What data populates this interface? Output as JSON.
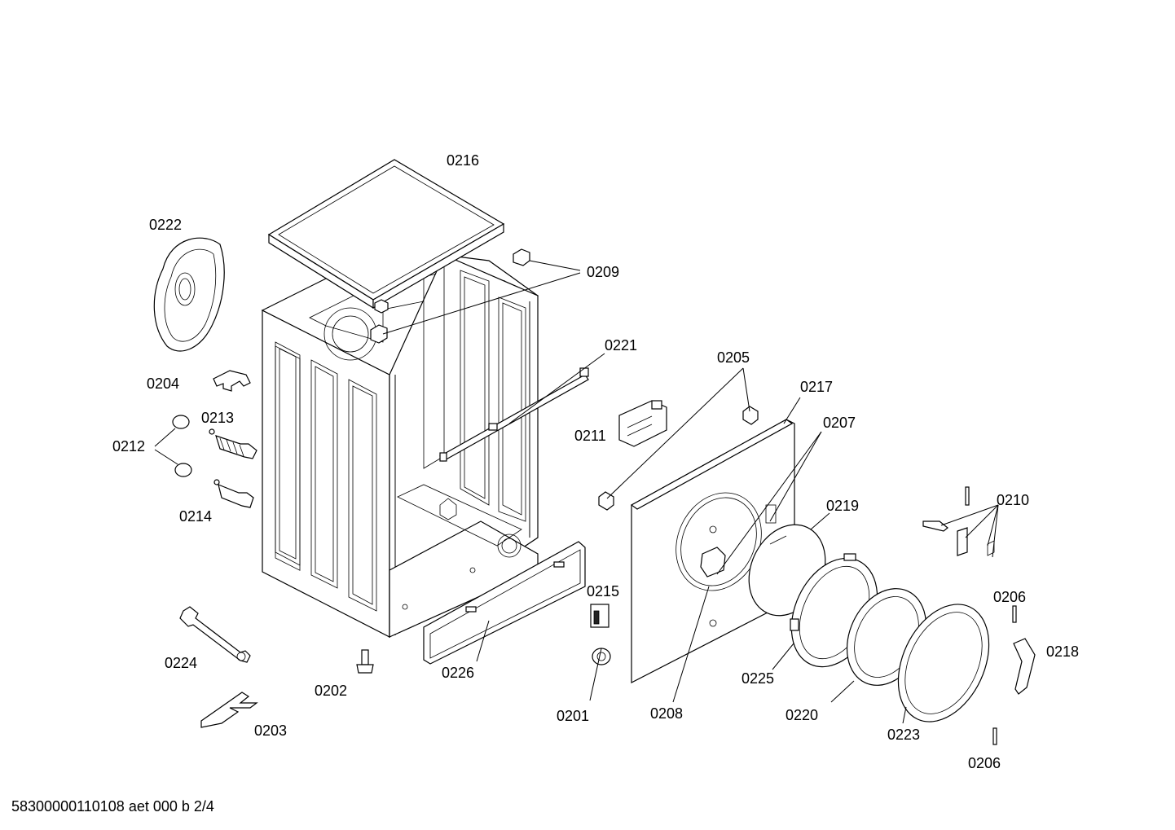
{
  "diagram": {
    "footer_code": "58300000110108 aet 000 b 2/4",
    "parts": {
      "p0201": "0201",
      "p0202": "0202",
      "p0203": "0203",
      "p0204": "0204",
      "p0205": "0205",
      "p0206_top": "0206",
      "p0206_bottom": "0206",
      "p0207": "0207",
      "p0208": "0208",
      "p0209": "0209",
      "p0210": "0210",
      "p0211": "0211",
      "p0212": "0212",
      "p0213": "0213",
      "p0214": "0214",
      "p0215": "0215",
      "p0216": "0216",
      "p0217": "0217",
      "p0218": "0218",
      "p0219": "0219",
      "p0220": "0220",
      "p0221": "0221",
      "p0222": "0222",
      "p0223": "0223",
      "p0224": "0224",
      "p0225": "0225",
      "p0226": "0226"
    }
  }
}
